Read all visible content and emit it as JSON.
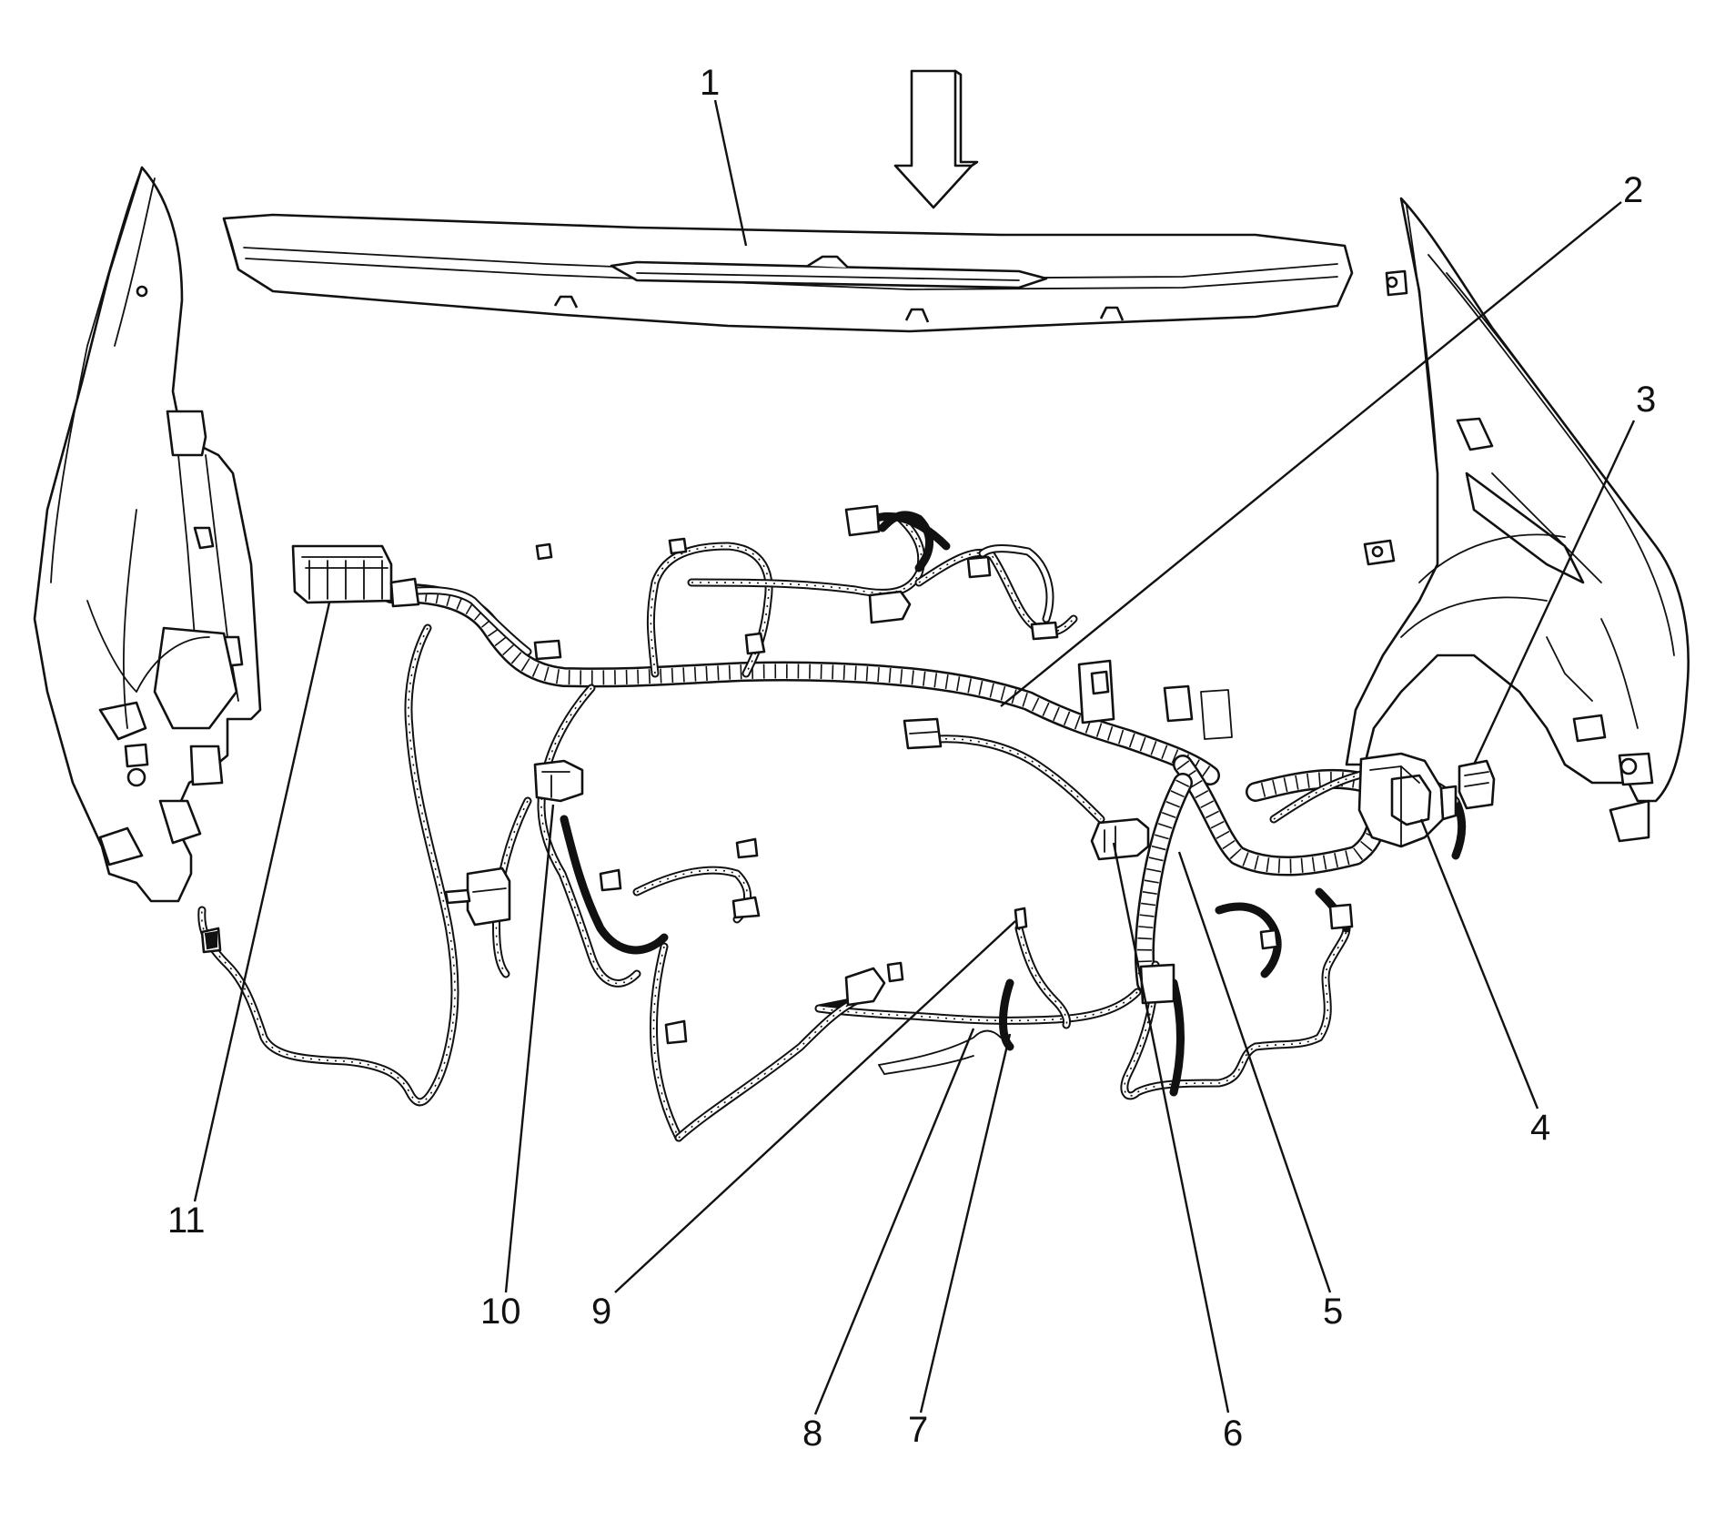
{
  "callouts": {
    "c1": "1",
    "c2": "2",
    "c3": "3",
    "c4": "4",
    "c5": "5",
    "c6": "6",
    "c7": "7",
    "c8": "8",
    "c9": "9",
    "c10": "10",
    "c11": "11"
  },
  "colors": {
    "line": "#111111",
    "background": "#ffffff"
  },
  "icons": {
    "direction_arrow": "down-arrow-icon"
  }
}
